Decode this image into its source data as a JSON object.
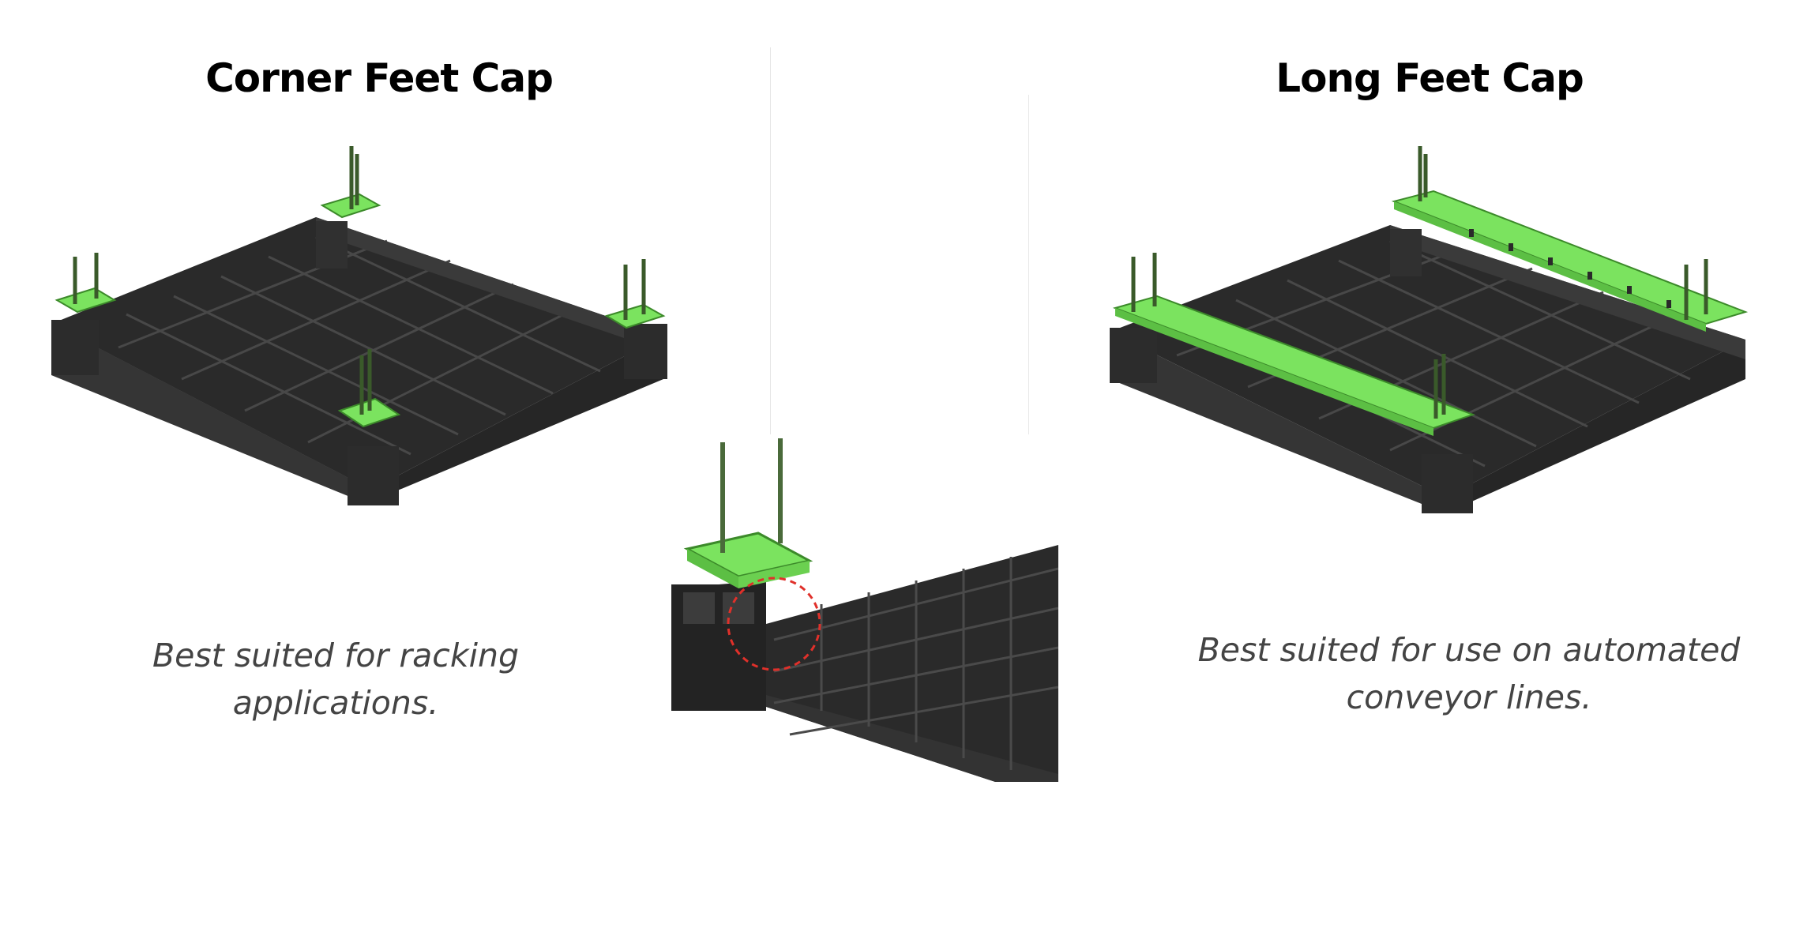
{
  "panels": {
    "left": {
      "title": "Corner Feet Cap",
      "caption_line1": "Best suited for racking",
      "caption_line2": "applications."
    },
    "right": {
      "title": "Long Feet Cap",
      "caption_line1": "Best suited for use on automated",
      "caption_line2": "conveyor lines."
    }
  },
  "colors": {
    "cap_green": "#7be35f",
    "pallet_dark": "#2f2f2f",
    "highlight_circle": "#e0302a",
    "caption_text": "#444444"
  }
}
